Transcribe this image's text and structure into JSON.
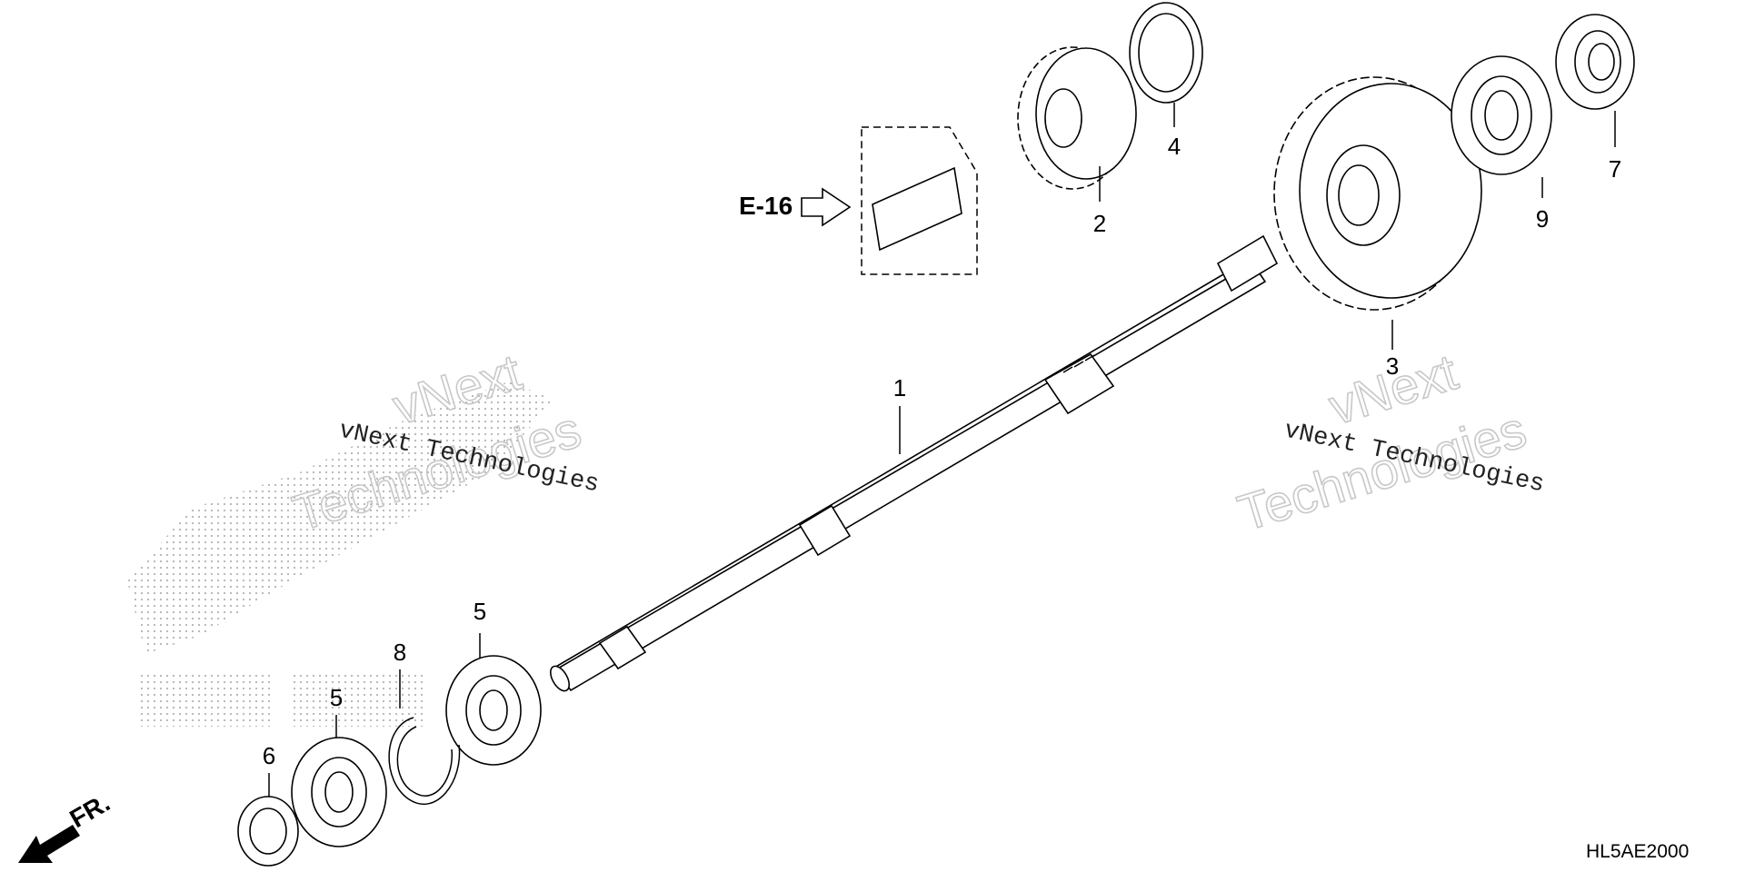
{
  "reference": {
    "label": "E-16"
  },
  "direction": {
    "label": "FR."
  },
  "diagram_code": "HL5AE2000",
  "watermark": {
    "company_line": "vNext Technologies",
    "outline_word_1": "vNext",
    "outline_word_2": "Technologies"
  },
  "callouts": [
    {
      "id": "1",
      "text": "1"
    },
    {
      "id": "2",
      "text": "2"
    },
    {
      "id": "3",
      "text": "3"
    },
    {
      "id": "4",
      "text": "4"
    },
    {
      "id": "5a",
      "text": "5"
    },
    {
      "id": "5b",
      "text": "5"
    },
    {
      "id": "6",
      "text": "6"
    },
    {
      "id": "7",
      "text": "7"
    },
    {
      "id": "8",
      "text": "8"
    },
    {
      "id": "9",
      "text": "9"
    }
  ]
}
